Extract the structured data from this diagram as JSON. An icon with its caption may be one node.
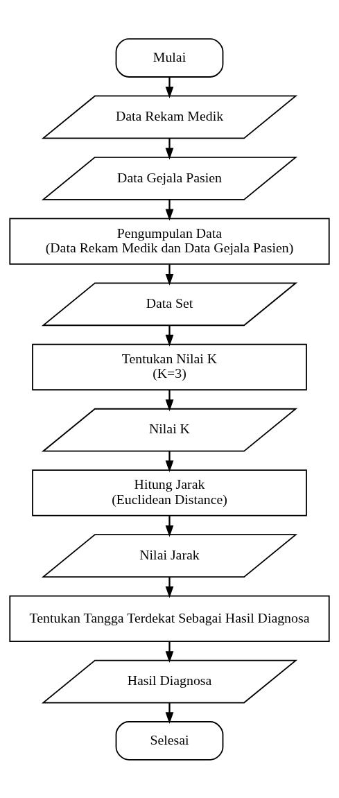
{
  "diagram": {
    "nodes": [
      {
        "text": [
          "Mulai"
        ]
      },
      {
        "text": [
          "Data Rekam Medik"
        ]
      },
      {
        "text": [
          "Data Gejala Pasien"
        ]
      },
      {
        "text": [
          "Pengumpulan Data",
          "(Data Rekam Medik dan Data Gejala Pasien)"
        ]
      },
      {
        "text": [
          "Data Set"
        ]
      },
      {
        "text": [
          "Tentukan Nilai K",
          "(K=3)"
        ]
      },
      {
        "text": [
          "Nilai K"
        ]
      },
      {
        "text": [
          "Hitung Jarak",
          "(Euclidean Distance)"
        ]
      },
      {
        "text": [
          "Nilai Jarak"
        ]
      },
      {
        "text": [
          "Tentukan Tangga Terdekat Sebagai Hasil Diagnosa"
        ]
      },
      {
        "text": [
          "Hasil Diagnosa"
        ]
      },
      {
        "text": [
          "Selesai"
        ]
      }
    ],
    "edges": [
      {
        "from": 0,
        "to": 1,
        "arrow": "to"
      },
      {
        "from": 1,
        "to": 2,
        "arrow": "to"
      },
      {
        "from": 2,
        "to": 3,
        "arrow": "to"
      },
      {
        "from": 3,
        "to": 4,
        "arrow": "to"
      },
      {
        "from": 4,
        "to": 5,
        "arrow": "to"
      },
      {
        "from": 5,
        "to": 6,
        "arrow": "to"
      },
      {
        "from": 6,
        "to": 7,
        "arrow": "to"
      },
      {
        "from": 7,
        "to": 8,
        "arrow": "to"
      },
      {
        "from": 8,
        "to": 9,
        "arrow": "to"
      },
      {
        "from": 9,
        "to": 10,
        "arrow": "to"
      },
      {
        "from": 10,
        "to": 11,
        "arrow": "to"
      }
    ]
  }
}
